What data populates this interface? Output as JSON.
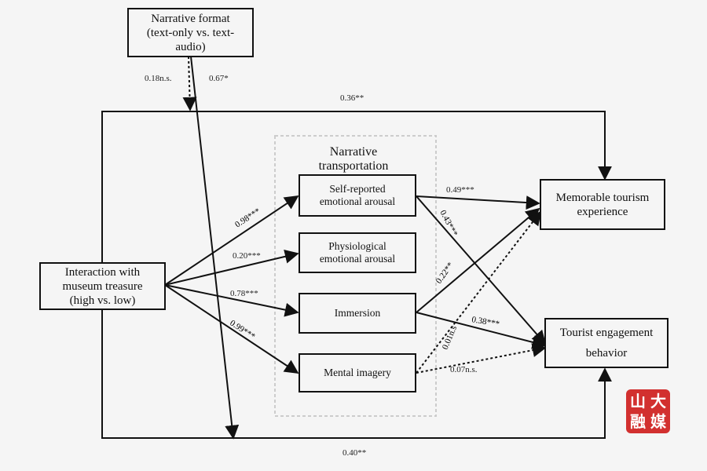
{
  "nodes": {
    "narrative_format": "Narrative format\n(text-only vs. text-\naudio)",
    "interaction": "Interaction with\nmuseum treasure\n(high vs. low)",
    "self_reported": "Self-reported\nemotional arousal",
    "physiological": "Physiological\nemotional arousal",
    "immersion": "Immersion",
    "mental_imagery": "Mental imagery",
    "memorable": "Memorable tourism\nexperience",
    "engagement": "Tourist engagement\nbehavior"
  },
  "group_title": "Narrative\ntransportation",
  "paths": {
    "nf_ns": "0.18n.s.",
    "nf_star": "0.67*",
    "top_direct": "0.36**",
    "bottom_direct": "0.40**",
    "to_self": "0.98***",
    "to_physio": "0.20***",
    "to_immersion": "0.78***",
    "to_mental": "0.99***",
    "self_to_mte": "0.49***",
    "self_to_teb": "0.43***",
    "imm_to_mte": "0.22**",
    "imm_to_teb": "0.38***",
    "ment_to_mte": "0.01n.s",
    "ment_to_teb": "0.07n.s."
  },
  "logo": {
    "chars": [
      "山",
      "大",
      "融",
      "媒"
    ],
    "color": "#d2302f"
  }
}
